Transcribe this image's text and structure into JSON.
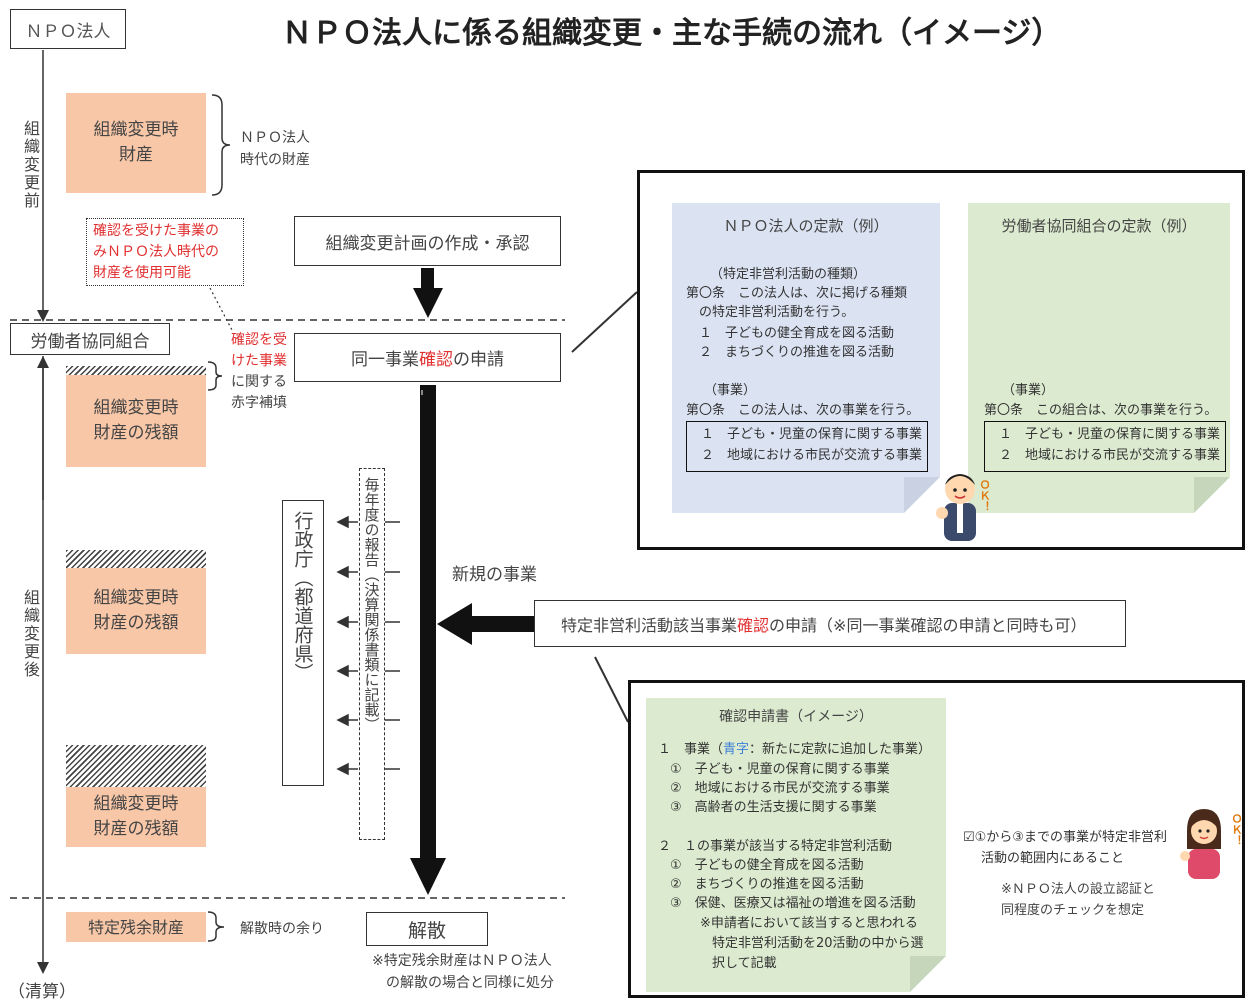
{
  "title": "ＮＰＯ法人に係る組織変更・主な手続の流れ（イメージ）",
  "npo_label": "ＮＰＯ法人",
  "before_label": "組織変更前",
  "after_label": "組織変更後",
  "coop_label": "労働者協同組合",
  "settlement_label": "（清算）",
  "asset_before": {
    "l1": "組織変更時",
    "l2": "財産"
  },
  "npo_era_assets": {
    "l1": "ＮＰＯ法人",
    "l2": "時代の財産"
  },
  "red_note": {
    "l1": "確認を受けた事業の",
    "l2": "みＮＰＯ法人時代の",
    "l3": "財産を使用可能"
  },
  "plan_box": "組織変更計画の作成・承認",
  "same_business": {
    "pre": "同一事業",
    "red": "確認",
    "post": "の申請"
  },
  "deficit_note": {
    "l1": "確認を受",
    "l2": "けた事業",
    "l3": "に関する",
    "l4": "赤字補填"
  },
  "remaining_assets": [
    {
      "l1": "組織変更時",
      "l2": "財産の残額"
    },
    {
      "l1": "組織変更時",
      "l2": "財産の残額"
    },
    {
      "l1": "組織変更時",
      "l2": "財産の残額"
    }
  ],
  "gov_box": "行政庁（都道府県）",
  "annual_report": "毎年度の報告（決算関係書類に記載）",
  "new_business": "新規の事業",
  "specified_app": {
    "pre": "特定非営利活動該当事業",
    "red": "確認",
    "post": "の申請（※同一事業確認の申請と同時も可）"
  },
  "specified_remaining": "特定残余財産",
  "dissolution_remainder": "解散時の余り",
  "dissolution": "解散",
  "dissolution_note": {
    "l1": "※特定残余財産はＮＰＯ法人",
    "l2": "の解散の場合と同様に処分"
  },
  "npo_articles": {
    "title": "ＮＰＯ法人の定款（例）",
    "lines": [
      "（特定非営利活動の種類）",
      "第〇条　この法人は、次に掲げる種類",
      "　の特定非営利活動を行う。",
      "　１　子どもの健全育成を図る活動",
      "　２　まちづくりの推進を図る活動"
    ],
    "biz_heading": "（事業）",
    "biz_line": "第〇条　この法人は、次の事業を行う。",
    "items": [
      "１　子ども・児童の保育に関する事業",
      "２　地域における市民が交流する事業"
    ]
  },
  "coop_articles": {
    "title": "労働者協同組合の定款（例）",
    "biz_heading": "（事業）",
    "biz_line": "第〇条　この組合は、次の事業を行う。",
    "items": [
      "１　子ども・児童の保育に関する事業",
      "２　地域における市民が交流する事業"
    ]
  },
  "ok_text": "ＯＫ！",
  "application": {
    "title": "確認申請書（イメージ）",
    "s1_pre": "１　事業（",
    "s1_blue": "青字",
    "s1_post": "：新たに定款に追加した事業）",
    "s1_items": [
      "①　子ども・児童の保育に関する事業",
      "②　地域における市民が交流する事業"
    ],
    "s1_item3": "③　高齢者の生活支援に関する事業",
    "s2_heading": "２　１の事業が該当する特定非営利活動",
    "s2_items": [
      "①　子どもの健全育成を図る活動",
      "②　まちづくりの推進を図る活動"
    ],
    "s2_item3": "③　保健、医療又は福祉の増進を図る活動",
    "s2_note": [
      "※申請者において該当すると思われる",
      "特定非営利活動を20活動の中から選",
      "択して記載"
    ]
  },
  "check_note": {
    "l1": "☑①から③までの事業が特定非営利",
    "l2": "活動の範囲内にあること"
  },
  "cert_note": {
    "l1": "※ＮＰＯ法人の設立認証と",
    "l2": "同程度のチェックを想定"
  }
}
